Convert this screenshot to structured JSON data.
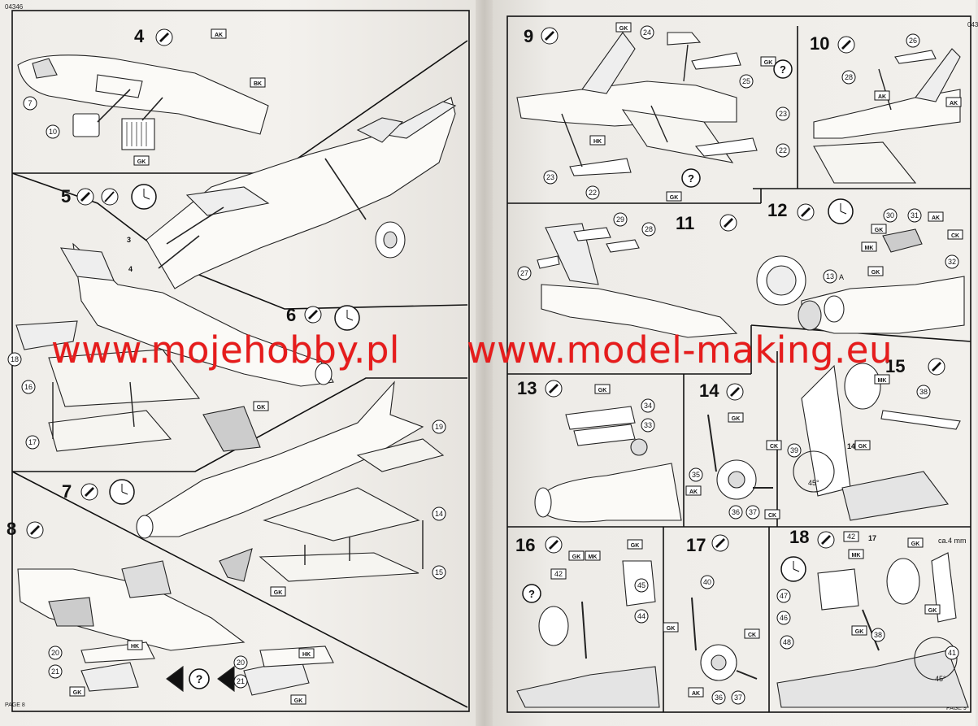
{
  "document": {
    "code_left": "04346",
    "code_right": "043",
    "page_left": "PAGE 8",
    "page_right": "PAGE 9"
  },
  "watermark": {
    "left": "www.mojehobby.pl",
    "right": "www.model-making.eu",
    "color": "#e61c1c"
  },
  "steps": {
    "s4": "4",
    "s5": "5",
    "s6": "6",
    "s7": "7",
    "s8": "8",
    "s9": "9",
    "s10": "10",
    "s11": "11",
    "s12": "12",
    "s13": "13",
    "s14": "14",
    "s15": "15",
    "s16": "16",
    "s17": "17",
    "s18": "18"
  },
  "callouts": {
    "p7": "7",
    "p10": "10",
    "p3": "3",
    "p4": "4",
    "p18": "18",
    "p16": "16",
    "p17": "17",
    "p19": "19",
    "p14": "14",
    "p15": "15",
    "p20": "20",
    "p21": "21",
    "p24": "24",
    "p25": "25",
    "p23": "23",
    "p22": "22",
    "p26": "26",
    "p28": "28",
    "p29": "29",
    "p27": "27",
    "p30": "30",
    "p31": "31",
    "p32": "32",
    "p13a": "13",
    "p13a_sfx": "A",
    "p34": "34",
    "p33": "33",
    "p35": "35",
    "p36": "36",
    "p37": "37",
    "p38": "38",
    "p39": "39",
    "p45deg": "45°",
    "p14gk": "14",
    "p42": "42",
    "p44": "44",
    "p45": "45",
    "p40": "40",
    "p41": "41",
    "p46": "46",
    "p47": "47",
    "p48": "48",
    "p4mm": "ca.4 mm"
  },
  "paint_codes": {
    "ak": "AK",
    "bk": "BK",
    "gk": "GK",
    "hk": "HK",
    "ck": "CK",
    "mk": "MK"
  },
  "icons": {
    "glue": "glue-tube-icon",
    "paint": "paint-brush-icon",
    "clock": "clock-icon",
    "question": "question-mark-icon"
  }
}
